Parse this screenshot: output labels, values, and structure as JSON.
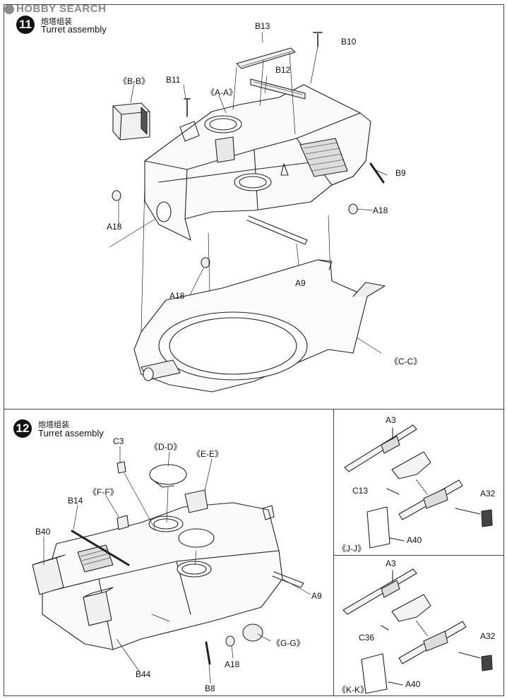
{
  "watermark": "HOBBY SEARCH",
  "step11": {
    "number": "11",
    "title_cn": "炮塔组装",
    "title_en": "Turret assembly",
    "labels": {
      "b13": "B13",
      "b10": "B10",
      "b12": "B12",
      "b11": "B11",
      "bb": "《B-B》",
      "aa": "《A-A》",
      "b9": "B9",
      "a18_left": "A18",
      "a18_right": "A18",
      "a18_mid": "A18",
      "a9": "A9",
      "cc": "《C-C》"
    }
  },
  "step12": {
    "number": "12",
    "title_cn": "炮塔组装",
    "title_en": "Turret assembly",
    "labels": {
      "c3": "C3",
      "dd": "《D-D》",
      "ee": "《E-E》",
      "ff": "《F-F》",
      "b14": "B14",
      "b40": "B40",
      "a9": "A9",
      "gg": "《G-G》",
      "a18": "A18",
      "b44": "B44",
      "b8": "B8"
    }
  },
  "sub_jj": {
    "labels": {
      "a3": "A3",
      "c13": "C13",
      "a32": "A32",
      "a40": "A40",
      "jj": "《J-J》"
    }
  },
  "sub_kk": {
    "labels": {
      "a3": "A3",
      "c36": "C36",
      "a32": "A32",
      "a40": "A40",
      "kk": "《K-K》"
    }
  }
}
